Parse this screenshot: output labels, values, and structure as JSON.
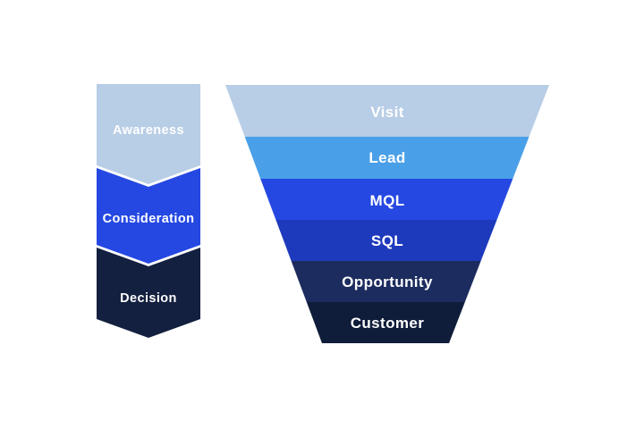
{
  "background_color": "#ffffff",
  "label_text_color": "#ffffff",
  "chart_data": [
    {
      "type": "funnel",
      "variant": "chevron-arrow-funnel",
      "categories": [
        "Awareness",
        "Consideration",
        "Decision"
      ],
      "stage_colors": [
        "#B8CDE6",
        "#2548E2",
        "#13203F"
      ],
      "values_shown": false,
      "label_position": "center"
    },
    {
      "type": "funnel",
      "variant": "inverted-trapezoid-funnel",
      "categories": [
        "Visit",
        "Lead",
        "MQL",
        "SQL",
        "Opportunity",
        "Customer"
      ],
      "stage_colors": [
        "#B8CDE6",
        "#4AA0E8",
        "#2548E2",
        "#1E3ABC",
        "#1C2C5E",
        "#0F1C3A"
      ],
      "values_shown": false,
      "label_position": "center"
    }
  ],
  "left_funnel": {
    "stages": [
      {
        "label": "Awareness",
        "color": "#B8CDE6"
      },
      {
        "label": "Consideration",
        "color": "#2548E2"
      },
      {
        "label": "Decision",
        "color": "#13203F"
      }
    ]
  },
  "right_funnel": {
    "stages": [
      {
        "label": "Visit",
        "color": "#B8CDE6"
      },
      {
        "label": "Lead",
        "color": "#4AA0E8"
      },
      {
        "label": "MQL",
        "color": "#2548E2"
      },
      {
        "label": "SQL",
        "color": "#1E3ABC"
      },
      {
        "label": "Opportunity",
        "color": "#1C2C5E"
      },
      {
        "label": "Customer",
        "color": "#0F1C3A"
      }
    ]
  }
}
